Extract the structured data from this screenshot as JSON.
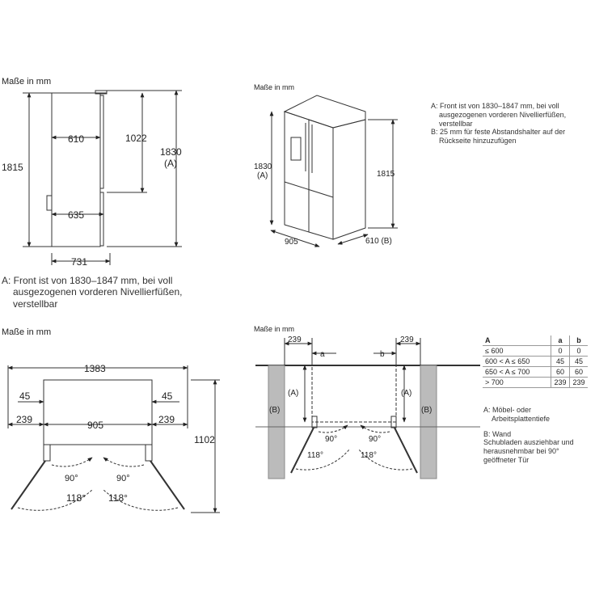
{
  "side_view": {
    "title": "Maße in mm",
    "dim_610": "610",
    "dim_1022": "1022",
    "dim_1830": "1830",
    "dim_1830_ref": "(A)",
    "dim_1815": "1815",
    "dim_635": "635",
    "dim_731": "731",
    "note_line1": "A: Front ist von 1830–1847 mm, bei voll",
    "note_line2": "ausgezogenen vorderen Nivellierfüßen,",
    "note_line3": "verstellbar"
  },
  "iso_view": {
    "title": "Maße in mm",
    "dim_1830": "1830",
    "dim_1830_ref": "(A)",
    "dim_1815": "1815",
    "dim_905": "905",
    "dim_610": "610 (B)",
    "note_a1": "A: Front ist von 1830–1847 mm, bei voll",
    "note_a2": "ausgezogenen vorderen Nivellierfüßen,",
    "note_a3": "verstellbar",
    "note_b1": "B: 25 mm für feste Abstandshalter auf der",
    "note_b2": "Rückseite hinzuzufügen"
  },
  "top_view": {
    "title": "Maße in mm",
    "dim_1383": "1383",
    "dim_45_left": "45",
    "dim_45_right": "45",
    "dim_239_left": "239",
    "dim_239_right": "239",
    "dim_905": "905",
    "dim_1102": "1102",
    "angle_90_left": "90°",
    "angle_90_right": "90°",
    "angle_118_left": "118°",
    "angle_118_right": "118°"
  },
  "niche_view": {
    "title": "Maße in mm",
    "dim_239_left": "239",
    "dim_239_right": "239",
    "label_a": "a",
    "label_b": "b",
    "ref_a_left": "(A)",
    "ref_a_right": "(A)",
    "ref_b_left": "(B)",
    "ref_b_right": "(B)",
    "angle_90_left": "90°",
    "angle_90_right": "90°",
    "angle_118_left": "118°",
    "angle_118_right": "118°",
    "table": {
      "headers": [
        "A",
        "a",
        "b"
      ],
      "rows": [
        [
          "≤ 600",
          "0",
          "0"
        ],
        [
          "600 < A ≤ 650",
          "45",
          "45"
        ],
        [
          "650 < A ≤ 700",
          "60",
          "60"
        ],
        [
          "> 700",
          "239",
          "239"
        ]
      ]
    },
    "note_a1": "A: Möbel- oder",
    "note_a2": "Arbeitsplattentiefe",
    "note_b1": "B: Wand",
    "note_b2": "Schubladen ausziehbar und",
    "note_b3": "herausnehmbar bei 90°",
    "note_b4": "geöffneter Tür"
  }
}
